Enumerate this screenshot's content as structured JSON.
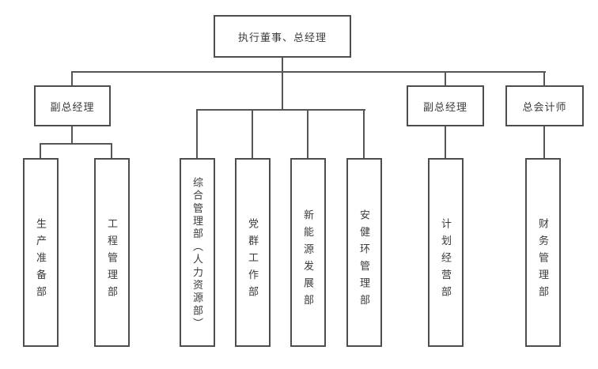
{
  "chart": {
    "type": "org-chart",
    "root": "执行董事、总经理",
    "level2": {
      "vp_left": "副总经理",
      "vp_right": "副总经理",
      "chief_accountant": "总会计师"
    },
    "departments": [
      "生产准备部",
      "工程管理部",
      "综合管理部（人力资源部）",
      "党群工作部",
      "新能源发展部",
      "安健环管理部",
      "计划经营部",
      "财务管理部"
    ],
    "structure": {
      "vp_left_children": [
        "生产准备部",
        "工程管理部"
      ],
      "root_direct_children": [
        "综合管理部（人力资源部）",
        "党群工作部",
        "新能源发展部",
        "安健环管理部"
      ],
      "vp_right_children": [
        "计划经营部"
      ],
      "chief_accountant_children": [
        "财务管理部"
      ]
    }
  },
  "colors": {
    "line": "#565656",
    "border": "#4d4d4d",
    "text": "#3b3b3b",
    "background": "#ffffff"
  }
}
